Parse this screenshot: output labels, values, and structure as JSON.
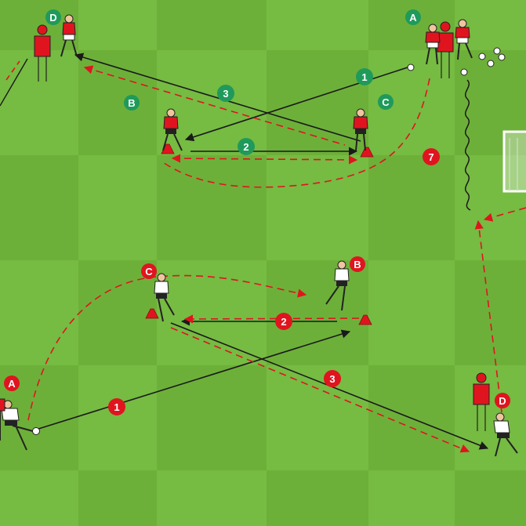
{
  "colors": {
    "grass_light": "#7cc047",
    "grass_dark": "#6fb33b",
    "team_green": "#1f9a5a",
    "team_red": "#e0141f",
    "pass_line": "#1a1a1a",
    "run_line": "#e0141f"
  },
  "top_drill": {
    "positions": {
      "a": "A",
      "b": "B",
      "c": "C",
      "d": "D"
    },
    "steps": {
      "one": "1",
      "two": "2",
      "three": "3",
      "seven": "7"
    }
  },
  "bottom_drill": {
    "positions": {
      "a": "A",
      "b": "B",
      "c": "C",
      "d": "D"
    },
    "steps": {
      "one": "1",
      "two": "2",
      "three": "3"
    }
  },
  "icons": [
    "player-red-icon",
    "player-white-icon",
    "mannequin-icon",
    "cone-icon",
    "ball-icon",
    "goal-icon"
  ]
}
